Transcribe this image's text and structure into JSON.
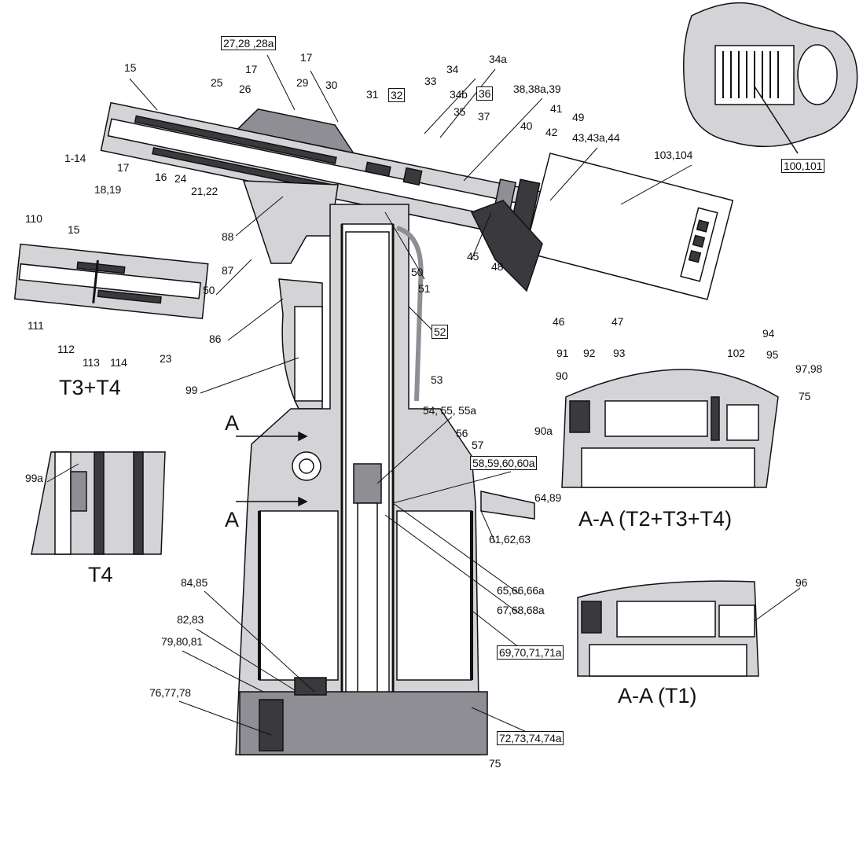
{
  "labels": [
    "27,28 ,28a",
    "15",
    "17",
    "34a",
    "34",
    "17",
    "29",
    "30",
    "33",
    "25",
    "26",
    "31",
    "32",
    "34b",
    "36",
    "38,38a,39",
    "35",
    "37",
    "41",
    "40",
    "42",
    "49",
    "43,43a,44",
    "103,104",
    "1-14",
    "17",
    "16",
    "24",
    "18,19",
    "21,22",
    "100,101",
    "110",
    "15",
    "88",
    "87",
    "45",
    "48",
    "50",
    "50",
    "51",
    "111",
    "46",
    "47",
    "86",
    "112",
    "52",
    "113",
    "114",
    "23",
    "94",
    "91",
    "92",
    "93",
    "102",
    "95",
    "97,98",
    "90",
    "75",
    "99",
    "53",
    "54, 55, 55a",
    "90a",
    "56",
    "57",
    "58,59,60,60a",
    "99a",
    "64,89",
    "61,62,63",
    "84,85",
    "96",
    "65,66,66a",
    "67,68,68a",
    "82,83",
    "79,80,81",
    "69,70,71,71a",
    "76,77,78",
    "72,73,74,74a",
    "75"
  ],
  "titles": {
    "t3t4": "T3+T4",
    "t4": "T4",
    "section_a_top": "A",
    "section_a_bottom": "A",
    "view_aa_t2t3t4": "A-A (T2+T3+T4)",
    "view_aa_t1": "A-A (T1)"
  },
  "colors": {
    "line": "#111111",
    "fill_light": "#d4d4d8",
    "fill_mid": "#8e8e94",
    "fill_dark": "#3a3a3e"
  }
}
